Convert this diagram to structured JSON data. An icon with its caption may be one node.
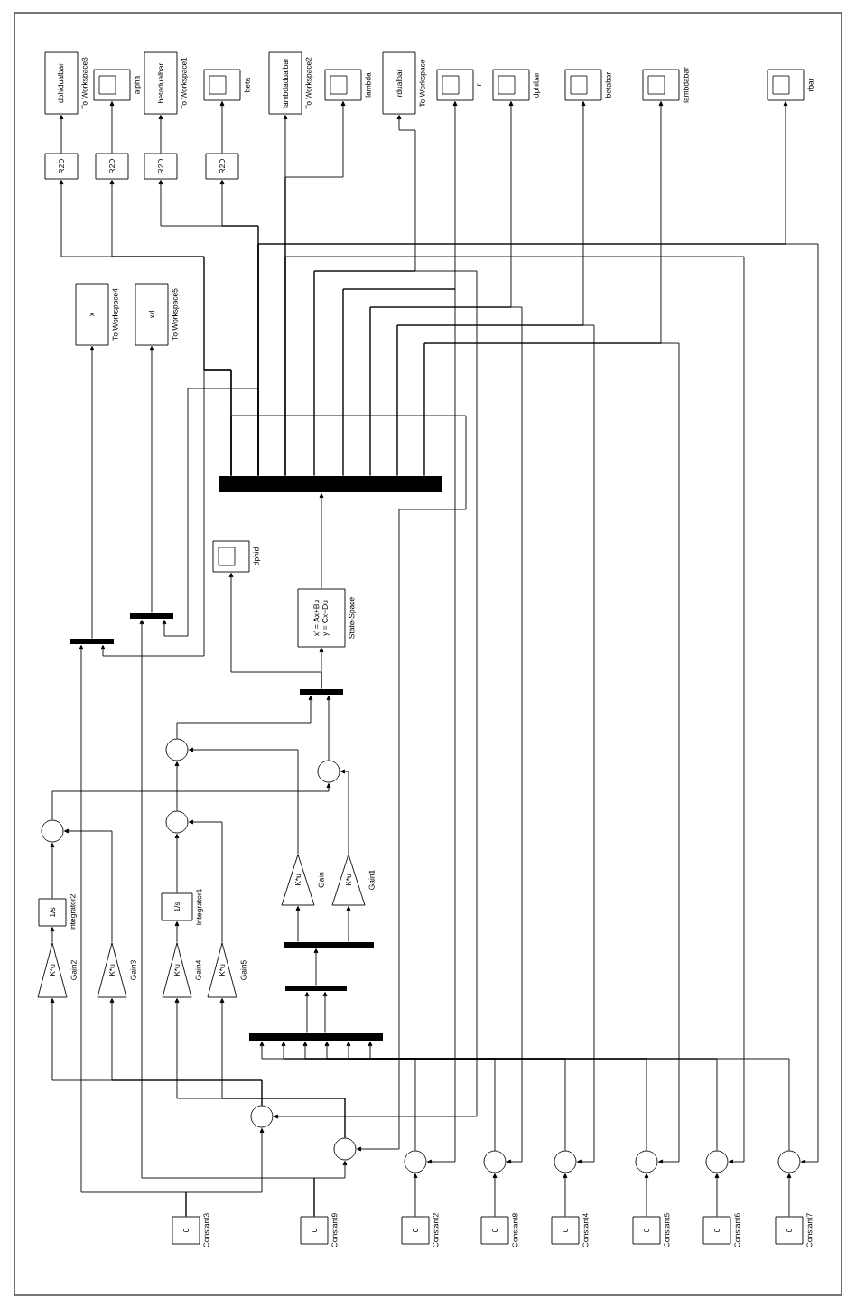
{
  "diagram": {
    "nodes": [
      {
        "text": [
          "dphidualbar"
        ],
        "beside": [
          "To Workspace3"
        ]
      },
      {
        "text": [],
        "shape": "box",
        "beside": [
          "alpha"
        ]
      },
      {
        "text": [
          "betadualbar"
        ],
        "beside": [
          "To Workspace1"
        ]
      },
      {
        "text": [],
        "shape": "box",
        "beside": [
          "beta"
        ]
      },
      {
        "text": [
          "lambdadualbar"
        ],
        "beside": [
          "To Workspace2"
        ]
      },
      {
        "text": [],
        "shape": "box",
        "beside": [
          "lambda"
        ]
      },
      {
        "text": [
          "rdualbar"
        ],
        "beside": [
          "To Workspace"
        ]
      },
      {
        "text": [],
        "shape": "box",
        "beside": [
          "r"
        ]
      },
      {
        "text": [],
        "shape": "box",
        "beside": [
          "dphibar"
        ]
      },
      {
        "text": [],
        "shape": "box",
        "beside": [
          "betabar"
        ]
      },
      {
        "text": [],
        "shape": "box",
        "beside": [
          "lambdabar"
        ]
      },
      {
        "text": [],
        "shape": "box",
        "beside": [
          "rbar"
        ]
      },
      {
        "text": [
          "R2D"
        ]
      },
      {
        "text": [
          "R2D"
        ]
      },
      {
        "text": [
          "R2D"
        ]
      },
      {
        "text": [
          "R2D"
        ]
      },
      {
        "text": [
          "x"
        ],
        "beside": [
          "To Workspace4"
        ]
      },
      {
        "text": [
          "xd"
        ],
        "beside": [
          "To Workspace5"
        ]
      },
      {
        "text": [],
        "shape": "bar"
      },
      {
        "text": [],
        "shape": "box",
        "beside": [
          "dphid"
        ]
      },
      {
        "text": [
          "x' = Ax+Bu y = Cx+Du"
        ],
        "beside": [
          "State-Space"
        ]
      },
      {
        "text": [],
        "shape": "bar"
      },
      {
        "text": [],
        "shape": "bar"
      },
      {
        "text": [],
        "shape": "bar"
      },
      {
        "text": [],
        "shape": "circle"
      },
      {
        "text": [],
        "shape": "circle"
      },
      {
        "text": [],
        "shape": "circle"
      },
      {
        "text": [],
        "shape": "circle"
      },
      {
        "text": [
          "K*u"
        ],
        "beside": [
          "Gain"
        ]
      },
      {
        "text": [
          "K*u"
        ],
        "beside": [
          "Gain1"
        ]
      },
      {
        "text": [
          "1/s"
        ],
        "beside": [
          "Integrator2"
        ]
      },
      {
        "text": [
          "1/s"
        ],
        "beside": [
          "Integrator1"
        ]
      },
      {
        "text": [],
        "shape": "bar"
      },
      {
        "text": [
          "K*u"
        ],
        "beside": [
          "Gain2"
        ]
      },
      {
        "text": [
          "K*u"
        ],
        "beside": [
          "Gain3"
        ]
      },
      {
        "text": [
          "K*u"
        ],
        "beside": [
          "Gain4"
        ]
      },
      {
        "text": [
          "K*u"
        ],
        "beside": [
          "Gain5"
        ]
      },
      {
        "text": [],
        "shape": "bar"
      },
      {
        "text": [],
        "shape": "bar"
      },
      {
        "text": [],
        "shape": "circle"
      },
      {
        "text": [],
        "shape": "circle"
      },
      {
        "text": [],
        "shape": "circle"
      },
      {
        "text": [],
        "shape": "circle"
      },
      {
        "text": [],
        "shape": "circle"
      },
      {
        "text": [],
        "shape": "circle"
      },
      {
        "text": [],
        "shape": "circle"
      },
      {
        "text": [],
        "shape": "circle"
      },
      {
        "text": [
          "0"
        ],
        "beside": [
          "Constant3"
        ]
      },
      {
        "text": [
          "0"
        ],
        "beside": [
          "Constant9"
        ]
      },
      {
        "text": [
          "0"
        ],
        "beside": [
          "Constant2"
        ]
      },
      {
        "text": [
          "0"
        ],
        "beside": [
          "Constant8"
        ]
      },
      {
        "text": [
          "0"
        ],
        "beside": [
          "Constant4"
        ]
      },
      {
        "text": [
          "0"
        ],
        "beside": [
          "Constant5"
        ]
      },
      {
        "text": [
          "0"
        ],
        "beside": [
          "Constant6"
        ]
      },
      {
        "text": [
          "0"
        ],
        "beside": [
          "Constant7"
        ]
      }
    ],
    "edges": [
      {
        "from": 12,
        "to": 0,
        "arrow": "to"
      },
      {
        "from": 13,
        "to": 1,
        "arrow": "to"
      },
      {
        "from": 14,
        "to": 2,
        "arrow": "to"
      },
      {
        "from": 15,
        "to": 3,
        "arrow": "to"
      },
      {
        "from": 18,
        "to": 12,
        "arrow": "to"
      },
      {
        "from": 18,
        "to": 13,
        "arrow": "to"
      },
      {
        "from": 18,
        "to": 14,
        "arrow": "to"
      },
      {
        "from": 18,
        "to": 15,
        "arrow": "to"
      },
      {
        "from": 18,
        "to": 4,
        "arrow": "to"
      },
      {
        "from": 18,
        "to": 5,
        "arrow": "to"
      },
      {
        "from": 18,
        "to": 6,
        "arrow": "to"
      },
      {
        "from": 18,
        "to": 7,
        "arrow": "to"
      },
      {
        "from": 18,
        "to": 8,
        "arrow": "to"
      },
      {
        "from": 18,
        "to": 9,
        "arrow": "to"
      },
      {
        "from": 18,
        "to": 10,
        "arrow": "to"
      },
      {
        "from": 18,
        "to": 11,
        "arrow": "to"
      },
      {
        "from": 18,
        "to": 39,
        "arrow": "to"
      },
      {
        "from": 18,
        "to": 40,
        "arrow": "to"
      },
      {
        "from": 18,
        "to": 41,
        "arrow": "to"
      },
      {
        "from": 18,
        "to": 42,
        "arrow": "to"
      },
      {
        "from": 18,
        "to": 43,
        "arrow": "to"
      },
      {
        "from": 18,
        "to": 44,
        "arrow": "to"
      },
      {
        "from": 18,
        "to": 45,
        "arrow": "to"
      },
      {
        "from": 18,
        "to": 46,
        "arrow": "to"
      },
      {
        "from": 18,
        "to": 21,
        "arrow": "to"
      },
      {
        "from": 18,
        "to": 22,
        "arrow": "to"
      },
      {
        "from": 21,
        "to": 16,
        "arrow": "to"
      },
      {
        "from": 22,
        "to": 17,
        "arrow": "to"
      },
      {
        "from": 20,
        "to": 18,
        "arrow": "to"
      },
      {
        "from": 23,
        "to": 20,
        "arrow": "to"
      },
      {
        "from": 23,
        "to": 19,
        "arrow": "to"
      },
      {
        "from": 24,
        "to": 23,
        "arrow": "to"
      },
      {
        "from": 25,
        "to": 23,
        "arrow": "to"
      },
      {
        "from": 26,
        "to": 24,
        "arrow": "to"
      },
      {
        "from": 27,
        "to": 25,
        "arrow": "to"
      },
      {
        "from": 28,
        "to": 24,
        "arrow": "to"
      },
      {
        "from": 29,
        "to": 25,
        "arrow": "to"
      },
      {
        "from": 30,
        "to": 27,
        "arrow": "to"
      },
      {
        "from": 31,
        "to": 26,
        "arrow": "to"
      },
      {
        "from": 34,
        "to": 27,
        "arrow": "to"
      },
      {
        "from": 36,
        "to": 26,
        "arrow": "to"
      },
      {
        "from": 33,
        "to": 30,
        "arrow": "to"
      },
      {
        "from": 35,
        "to": 31,
        "arrow": "to"
      },
      {
        "from": 32,
        "to": 28,
        "arrow": "to"
      },
      {
        "from": 32,
        "to": 29,
        "arrow": "to"
      },
      {
        "from": 37,
        "to": 32,
        "arrow": "to"
      },
      {
        "from": 38,
        "to": 37,
        "arrow": "to"
      },
      {
        "from": 38,
        "to": 37,
        "arrow": "to"
      },
      {
        "from": 41,
        "to": 38,
        "arrow": "to"
      },
      {
        "from": 42,
        "to": 38,
        "arrow": "to"
      },
      {
        "from": 43,
        "to": 38,
        "arrow": "to"
      },
      {
        "from": 44,
        "to": 38,
        "arrow": "to"
      },
      {
        "from": 45,
        "to": 38,
        "arrow": "to"
      },
      {
        "from": 46,
        "to": 38,
        "arrow": "to"
      },
      {
        "from": 39,
        "to": 33,
        "arrow": "to"
      },
      {
        "from": 39,
        "to": 34,
        "arrow": "to"
      },
      {
        "from": 40,
        "to": 35,
        "arrow": "to"
      },
      {
        "from": 40,
        "to": 36,
        "arrow": "to"
      },
      {
        "from": 47,
        "to": 39,
        "arrow": "to"
      },
      {
        "from": 47,
        "to": 21,
        "arrow": "to"
      },
      {
        "from": 48,
        "to": 40,
        "arrow": "to"
      },
      {
        "from": 48,
        "to": 22,
        "arrow": "to"
      },
      {
        "from": 49,
        "to": 41,
        "arrow": "to"
      },
      {
        "from": 50,
        "to": 42,
        "arrow": "to"
      },
      {
        "from": 51,
        "to": 43,
        "arrow": "to"
      },
      {
        "from": 52,
        "to": 44,
        "arrow": "to"
      },
      {
        "from": 53,
        "to": 45,
        "arrow": "to"
      },
      {
        "from": 54,
        "to": 46,
        "arrow": "to"
      }
    ]
  }
}
